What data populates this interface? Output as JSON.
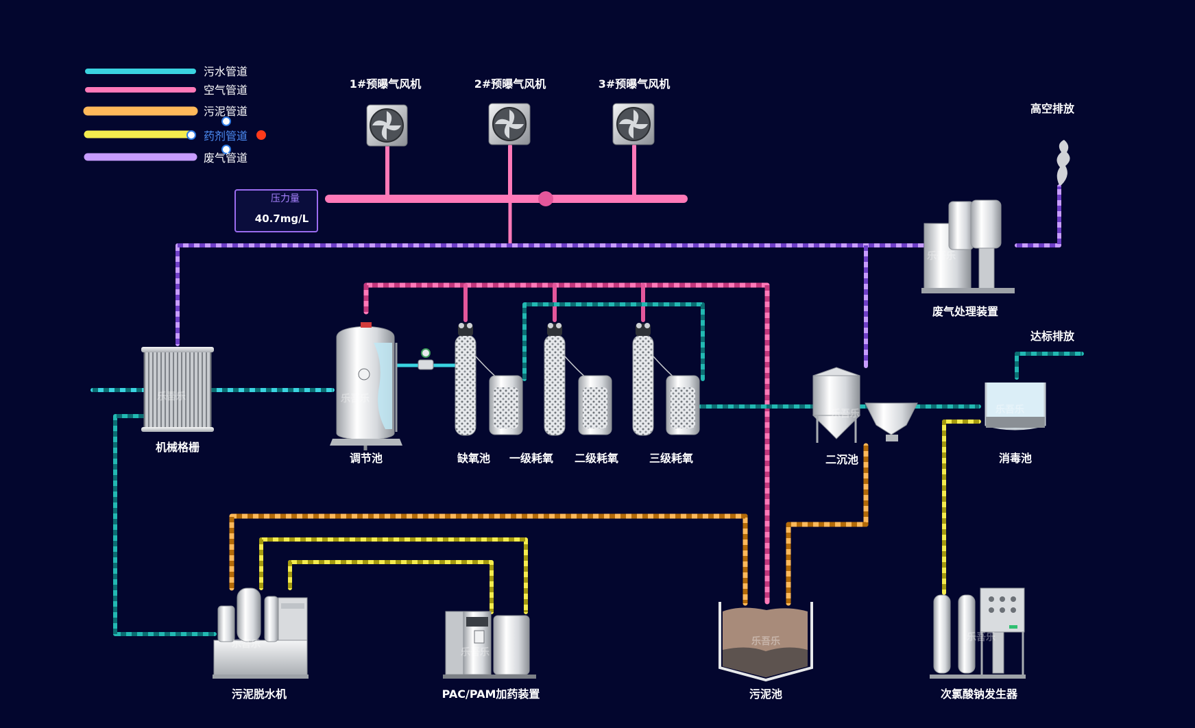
{
  "legend": [
    {
      "label": "污水管道",
      "color": "#3ad3e0"
    },
    {
      "label": "空气管道",
      "color": "#ff79b8"
    },
    {
      "label": "污泥管道",
      "color": "#ffb95a"
    },
    {
      "label": "药剂管道",
      "color": "#f5ec4e"
    },
    {
      "label": "废气管道",
      "color": "#c79cff"
    }
  ],
  "pressure_panel": {
    "title": "压力量",
    "value": "40.7mg/L"
  },
  "blowers": [
    {
      "label": "1#预曝气风机"
    },
    {
      "label": "2#预曝气风机"
    },
    {
      "label": "3#预曝气风机"
    }
  ],
  "units": {
    "grille": "机械格栅",
    "equalization": "调节池",
    "anoxic": "缺氧池",
    "aerobic1": "一级耗氧",
    "aerobic2": "二级耗氧",
    "aerobic3": "三级耗氧",
    "secondary_clarifier": "二沉池",
    "disinfection": "消毒池",
    "gas_treatment": "废气处理装置",
    "sludge_dewater": "污泥脱水机",
    "dosing": "PAC/PAM加药装置",
    "sludge_tank": "污泥池",
    "hypochlorite": "次氯酸钠发生器"
  },
  "outlets": {
    "high_altitude": "高空排放",
    "discharge": "达标排放"
  },
  "watermark": "乐吾乐"
}
